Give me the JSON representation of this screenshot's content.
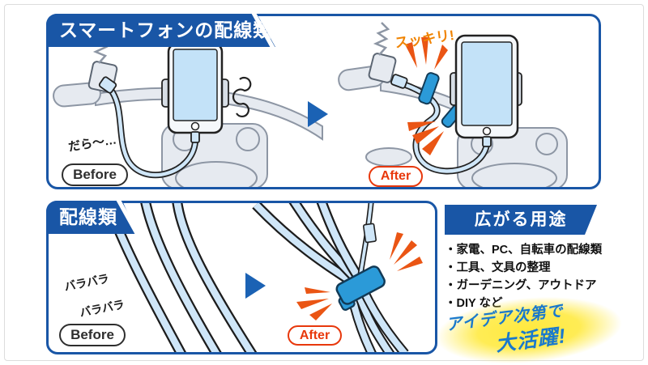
{
  "colors": {
    "primary_blue": "#1956a6",
    "arrow_blue": "#1b62b4",
    "strap_blue": "#2b9ad8",
    "cable_blue": "#cfe6f8",
    "screen_blue": "#c3e2f8",
    "accent_orange": "#ea5514",
    "tidy_orange": "#f08300",
    "after_red": "#e8380c",
    "idea_blue": "#1a79cc",
    "glow_yellow": "#ffe93e"
  },
  "top_panel": {
    "title": "スマートフォンの配線類",
    "dangle_text": "だら〜…",
    "tidy_text": "スッキリ!",
    "before_label": "Before",
    "after_label": "After"
  },
  "bottom_panel": {
    "title": "配線類",
    "scatter_text_1": "バラバラ",
    "scatter_text_2": "バラバラ",
    "before_label": "Before",
    "after_label": "After"
  },
  "uses": {
    "title": "広がる用途",
    "items": [
      "・家電、PC、自転車の配線類",
      "・工具、文具の整理",
      "・ガーデニング、アウトドア",
      "・DIY など"
    ],
    "highlight_line1": "アイデア次第で",
    "highlight_line2": "大活躍!"
  }
}
